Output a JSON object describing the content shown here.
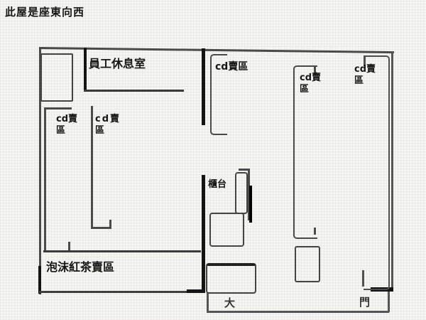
{
  "title": "此屋是座東向西",
  "plan": {
    "staff_room_label": "員工休息室",
    "tea_area_label": "泡沫紅茶賣區",
    "counter_label": "櫃台",
    "cd_labels": {
      "left_wall": "cd賣區",
      "left_mid": "cd賣區",
      "center": "cd賣區",
      "right_mid": "cd賣區",
      "right_wall": "cd賣區"
    },
    "door": {
      "left_char": "大",
      "right_char": "門"
    }
  }
}
